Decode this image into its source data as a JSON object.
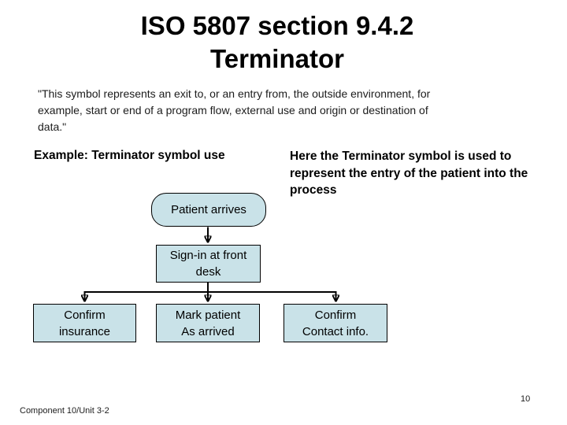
{
  "slide": {
    "title_line1": "ISO 5807 section 9.4.2",
    "title_line2": "Terminator",
    "quote": "\"This symbol represents an exit to, or an entry from, the outside environment, for\nexample, start or end of a program flow, external use and origin or destination of\ndata.\"",
    "example_label": "Example: Terminator symbol use",
    "side_note": "Here the Terminator symbol is used to\nrepresent the entry of the patient into the\nprocess",
    "footer": "Component 10/Unit 3-2",
    "page_number": "10"
  },
  "flowchart": {
    "nodes": {
      "patient_arrives": {
        "type": "terminator",
        "label": "Patient arrives"
      },
      "sign_in": {
        "type": "process",
        "label": "Sign-in at front\ndesk"
      },
      "confirm_insurance": {
        "type": "process",
        "label": "Confirm\ninsurance"
      },
      "mark_arrived": {
        "type": "process",
        "label": "Mark patient\nAs arrived"
      },
      "confirm_contact": {
        "type": "process",
        "label": "Confirm\nContact info."
      }
    },
    "edges": [
      {
        "from": "patient_arrives",
        "to": "sign_in"
      },
      {
        "from": "sign_in",
        "to": "confirm_insurance"
      },
      {
        "from": "sign_in",
        "to": "mark_arrived"
      },
      {
        "from": "sign_in",
        "to": "confirm_contact"
      }
    ],
    "colors": {
      "node_fill": "#c9e2e8",
      "node_border": "#000000",
      "connector": "#000000",
      "slide_background": "#ffffff",
      "text": "#000000"
    }
  }
}
